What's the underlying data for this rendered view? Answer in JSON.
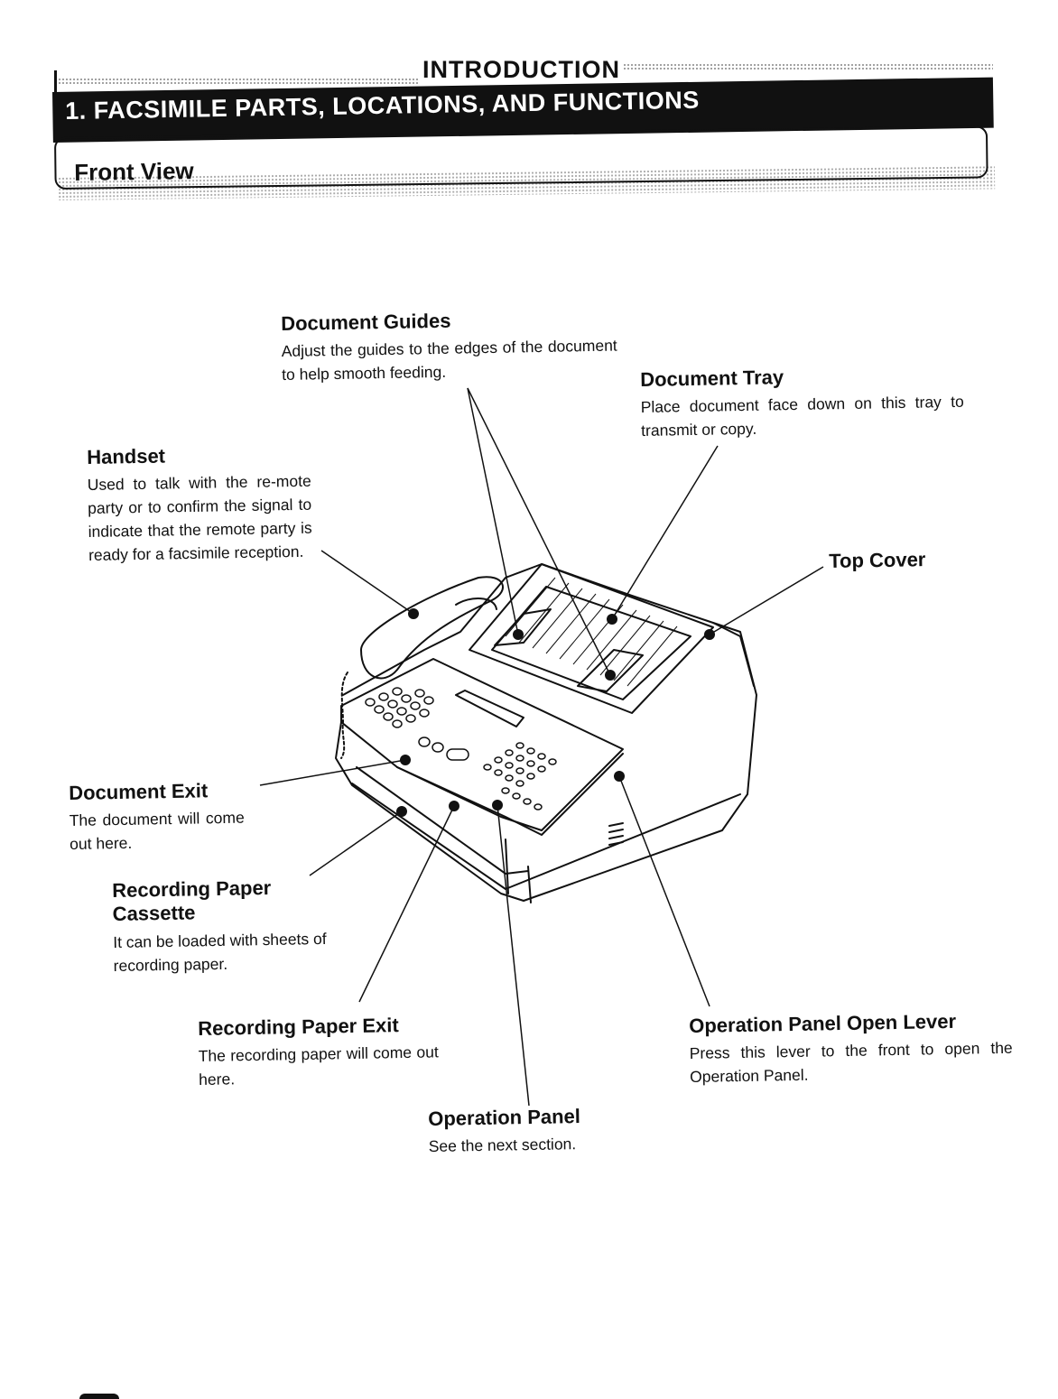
{
  "header": {
    "section": "INTRODUCTION",
    "chapter": "1.  FACSIMILE PARTS, LOCATIONS, AND FUNCTIONS",
    "subsection": "Front View"
  },
  "parts": {
    "document_guides": {
      "title": "Document Guides",
      "desc": "Adjust the guides to the edges of the document to help smooth feeding."
    },
    "document_tray": {
      "title": "Document Tray",
      "desc": "Place document face down on this tray to transmit or copy."
    },
    "handset": {
      "title": "Handset",
      "desc": "Used to talk with the re-mote party or to confirm the signal to indicate that the remote party is ready for a facsimile reception."
    },
    "top_cover": {
      "title": "Top Cover"
    },
    "document_exit": {
      "title": "Document Exit",
      "desc": "The document will come out here."
    },
    "recording_paper_cassette": {
      "title": "Recording Paper Cassette",
      "desc": "It can be loaded with sheets of recording paper."
    },
    "recording_paper_exit": {
      "title": "Recording Paper Exit",
      "desc": "The recording paper will come out here."
    },
    "operation_panel_open_lever": {
      "title": "Operation Panel Open Lever",
      "desc": "Press this lever to the front to open the Operation Panel."
    },
    "operation_panel": {
      "title": "Operation Panel",
      "desc": "See the next section."
    }
  },
  "figure": {
    "subject": "facsimile machine front view",
    "callout_icon": "dot-callout"
  }
}
